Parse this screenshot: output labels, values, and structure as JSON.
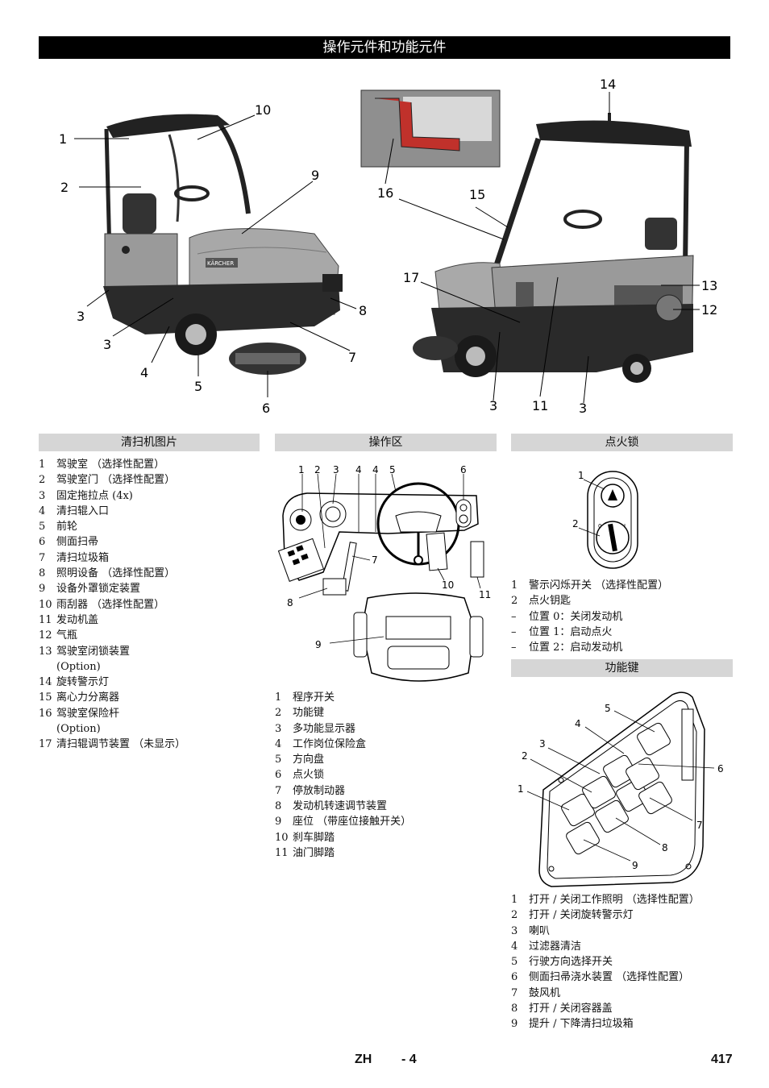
{
  "header": {
    "title": "操作元件和功能元件"
  },
  "figure1": {
    "callouts": [
      "1",
      "2",
      "3",
      "3",
      "4",
      "5",
      "6",
      "7",
      "8",
      "9",
      "10"
    ]
  },
  "figure2": {
    "callouts": [
      "14",
      "16",
      "15",
      "17",
      "13",
      "12",
      "3",
      "11",
      "3"
    ]
  },
  "brand": {
    "logo_text": "KÄRCHER"
  },
  "sections": {
    "machine": {
      "title": "清扫机图片",
      "items": [
        {
          "n": "1",
          "t": "驾驶室 （选择性配置）"
        },
        {
          "n": "2",
          "t": "驾驶室门 （选择性配置）"
        },
        {
          "n": "3",
          "t": "固定拖拉点 (4x)"
        },
        {
          "n": "4",
          "t": "清扫辊入口"
        },
        {
          "n": "5",
          "t": "前轮"
        },
        {
          "n": "6",
          "t": "侧面扫帚"
        },
        {
          "n": "7",
          "t": "清扫垃圾箱"
        },
        {
          "n": "8",
          "t": "照明设备 （选择性配置）"
        },
        {
          "n": "9",
          "t": "设备外罩锁定装置"
        },
        {
          "n": "10",
          "t": "雨刮器 （选择性配置）"
        },
        {
          "n": "11",
          "t": "发动机盖"
        },
        {
          "n": "12",
          "t": "气瓶"
        },
        {
          "n": "13",
          "t": "驾驶室闭锁装置"
        },
        {
          "n": "",
          "t": "(Option)"
        },
        {
          "n": "14",
          "t": "旋转警示灯"
        },
        {
          "n": "15",
          "t": "离心力分离器"
        },
        {
          "n": "16",
          "t": "驾驶室保险杆"
        },
        {
          "n": "",
          "t": "(Option)"
        },
        {
          "n": "17",
          "t": "清扫辊调节装置 （未显示）"
        }
      ]
    },
    "operating": {
      "title": "操作区",
      "callouts_top": [
        "1",
        "2",
        "3",
        "4",
        "4",
        "5",
        "6"
      ],
      "callouts_other": [
        "7",
        "8",
        "9",
        "10",
        "11"
      ],
      "items": [
        {
          "n": "1",
          "t": "程序开关"
        },
        {
          "n": "2",
          "t": "功能键"
        },
        {
          "n": "3",
          "t": "多功能显示器"
        },
        {
          "n": "4",
          "t": "工作岗位保险盒"
        },
        {
          "n": "5",
          "t": "方向盘"
        },
        {
          "n": "6",
          "t": "点火锁"
        },
        {
          "n": "7",
          "t": "停放制动器"
        },
        {
          "n": "8",
          "t": "发动机转速调节装置"
        },
        {
          "n": "9",
          "t": "座位 （带座位接触开关）"
        },
        {
          "n": "10",
          "t": "刹车脚踏"
        },
        {
          "n": "11",
          "t": "油门脚踏"
        }
      ]
    },
    "ignition": {
      "title": "点火锁",
      "callouts": [
        "1",
        "2"
      ],
      "items": [
        {
          "n": "1",
          "t": "警示闪烁开关 （选择性配置）"
        },
        {
          "n": "2",
          "t": "点火钥匙"
        },
        {
          "n": "–",
          "t": "位置 0：关闭发动机"
        },
        {
          "n": "–",
          "t": "位置 1：启动点火"
        },
        {
          "n": "–",
          "t": "位置 2：启动发动机"
        }
      ]
    },
    "function_keys": {
      "title": "功能键",
      "callouts": [
        "1",
        "2",
        "3",
        "4",
        "5",
        "6",
        "7",
        "8",
        "9"
      ],
      "items": [
        {
          "n": "1",
          "t": "打开 / 关闭工作照明 （选择性配置）"
        },
        {
          "n": "2",
          "t": "打开 / 关闭旋转警示灯"
        },
        {
          "n": "3",
          "t": "喇叭"
        },
        {
          "n": "4",
          "t": "过滤器清洁"
        },
        {
          "n": "5",
          "t": "行驶方向选择开关"
        },
        {
          "n": "6",
          "t": "侧面扫帚浇水装置 （选择性配置）"
        },
        {
          "n": "7",
          "t": "鼓风机"
        },
        {
          "n": "8",
          "t": "打开 / 关闭容器盖"
        },
        {
          "n": "9",
          "t": "提升 / 下降清扫垃圾箱"
        }
      ]
    }
  },
  "footer": {
    "lang": "ZH",
    "section": "- 4",
    "page": "417"
  }
}
